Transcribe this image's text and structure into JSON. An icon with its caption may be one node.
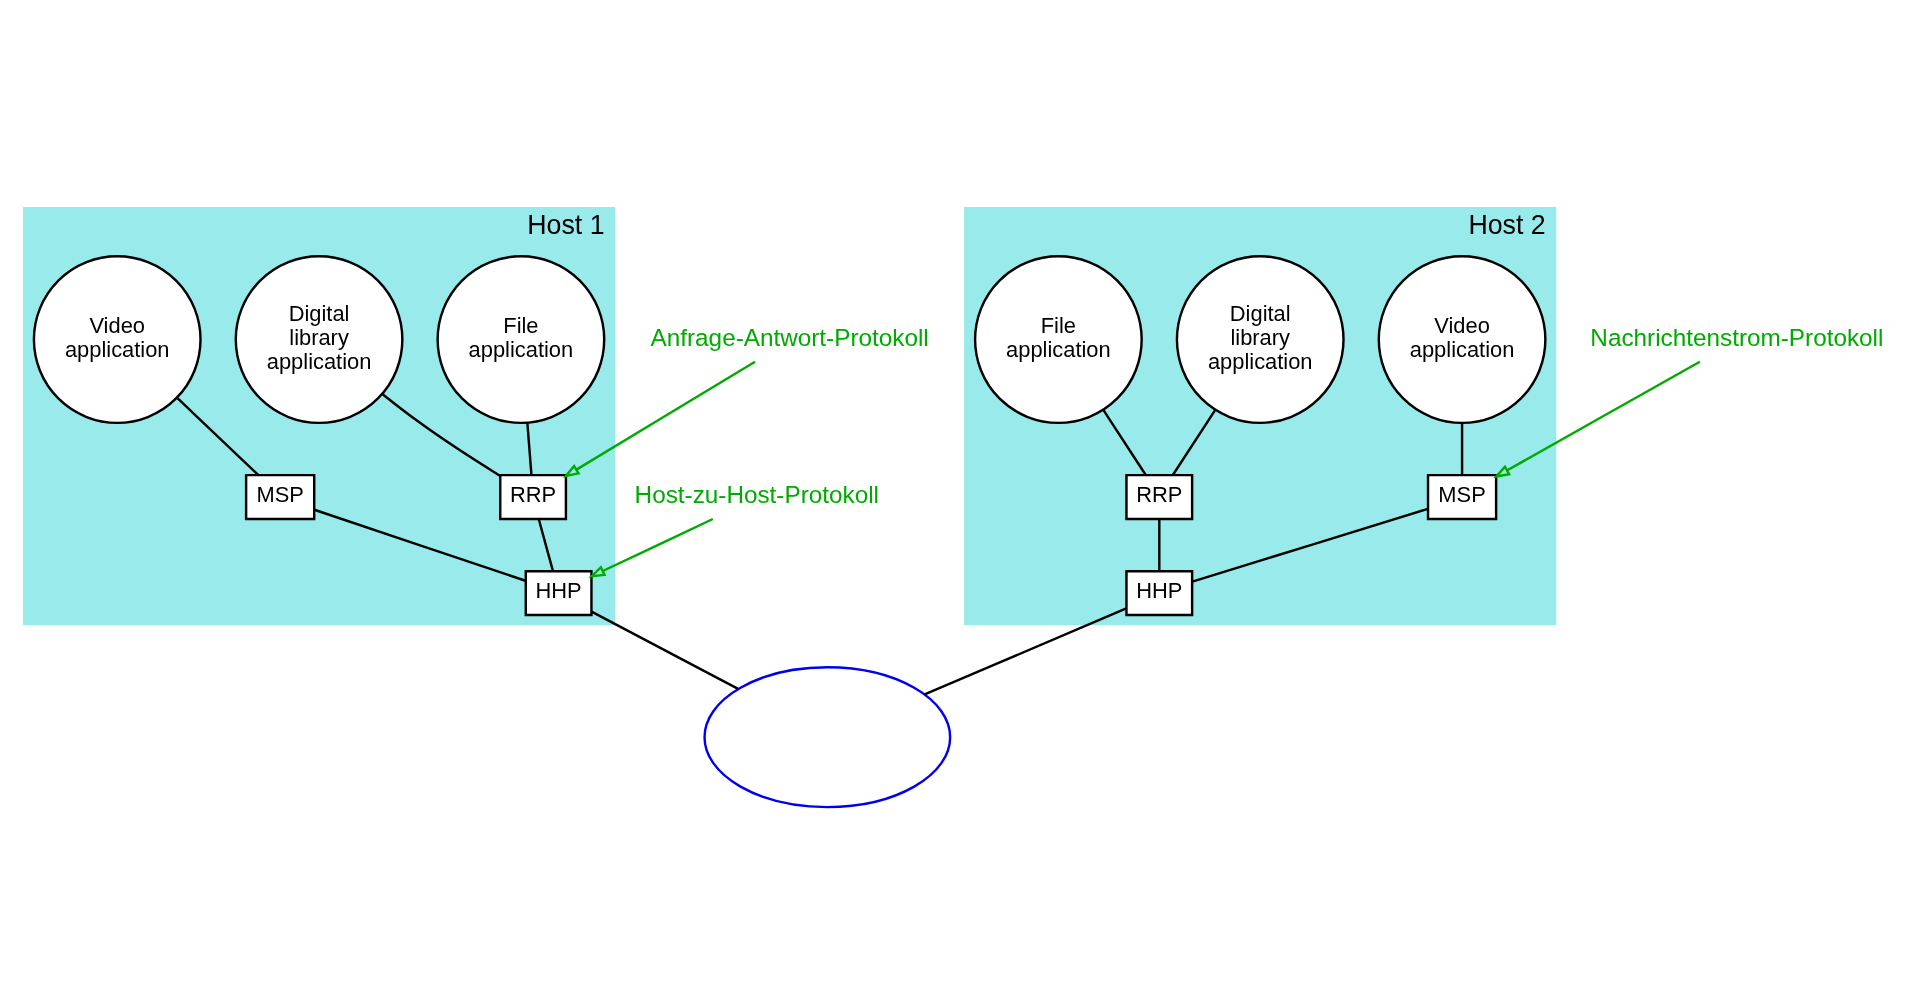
{
  "diagram": {
    "nodes": [
      {
        "text": [
          "Host 1"
        ]
      },
      {
        "text": [
          "File application"
        ],
        "in": 0
      },
      {
        "text": [
          "Digital library application"
        ],
        "in": 0
      },
      {
        "text": [
          "Video application"
        ],
        "in": 0
      },
      {
        "text": [
          "RRP"
        ],
        "in": 0
      },
      {
        "text": [
          "MSP"
        ],
        "in": 0
      },
      {
        "text": [
          "HHP"
        ],
        "in": 0
      },
      {
        "text": [
          "Host 2"
        ]
      },
      {
        "text": [
          "File application"
        ],
        "in": 7
      },
      {
        "text": [
          "Digital library application"
        ],
        "in": 7
      },
      {
        "text": [
          "Video application"
        ],
        "in": 7
      },
      {
        "text": [
          "RRP"
        ],
        "in": 7
      },
      {
        "text": [
          "MSP"
        ],
        "in": 7
      },
      {
        "text": [
          "HHP"
        ],
        "in": 7
      },
      {
        "text": [],
        "shape": "cloud"
      },
      {
        "text": [
          "Host-zu-Host-Protokoll"
        ]
      },
      {
        "text": [
          "Anfrage-Antwort-Protokoll"
        ]
      },
      {
        "text": [
          "Nachrichtenstrom-Protokoll"
        ]
      }
    ],
    "edges": [
      {
        "from": 1,
        "to": 4,
        "arrow": "none"
      },
      {
        "from": 2,
        "to": 4,
        "arrow": "none"
      },
      {
        "from": 3,
        "to": 5,
        "arrow": "none"
      },
      {
        "from": 4,
        "to": 6,
        "arrow": "none"
      },
      {
        "from": 5,
        "to": 6,
        "arrow": "none"
      },
      {
        "from": 8,
        "to": 11,
        "arrow": "none"
      },
      {
        "from": 9,
        "to": 11,
        "arrow": "none"
      },
      {
        "from": 10,
        "to": 12,
        "arrow": "none"
      },
      {
        "from": 11,
        "to": 13,
        "arrow": "none"
      },
      {
        "from": 12,
        "to": 13,
        "arrow": "none"
      },
      {
        "from": 6,
        "to": 14,
        "arrow": "none"
      },
      {
        "from": 13,
        "to": 14,
        "arrow": "none"
      },
      {
        "from": 15,
        "to": 6,
        "arrow": "to",
        "color": "#00aa00"
      },
      {
        "from": 16,
        "to": 4,
        "arrow": "to",
        "color": "#00aa00"
      },
      {
        "from": 17,
        "to": 12,
        "arrow": "to",
        "color": "#00aa00"
      }
    ]
  }
}
